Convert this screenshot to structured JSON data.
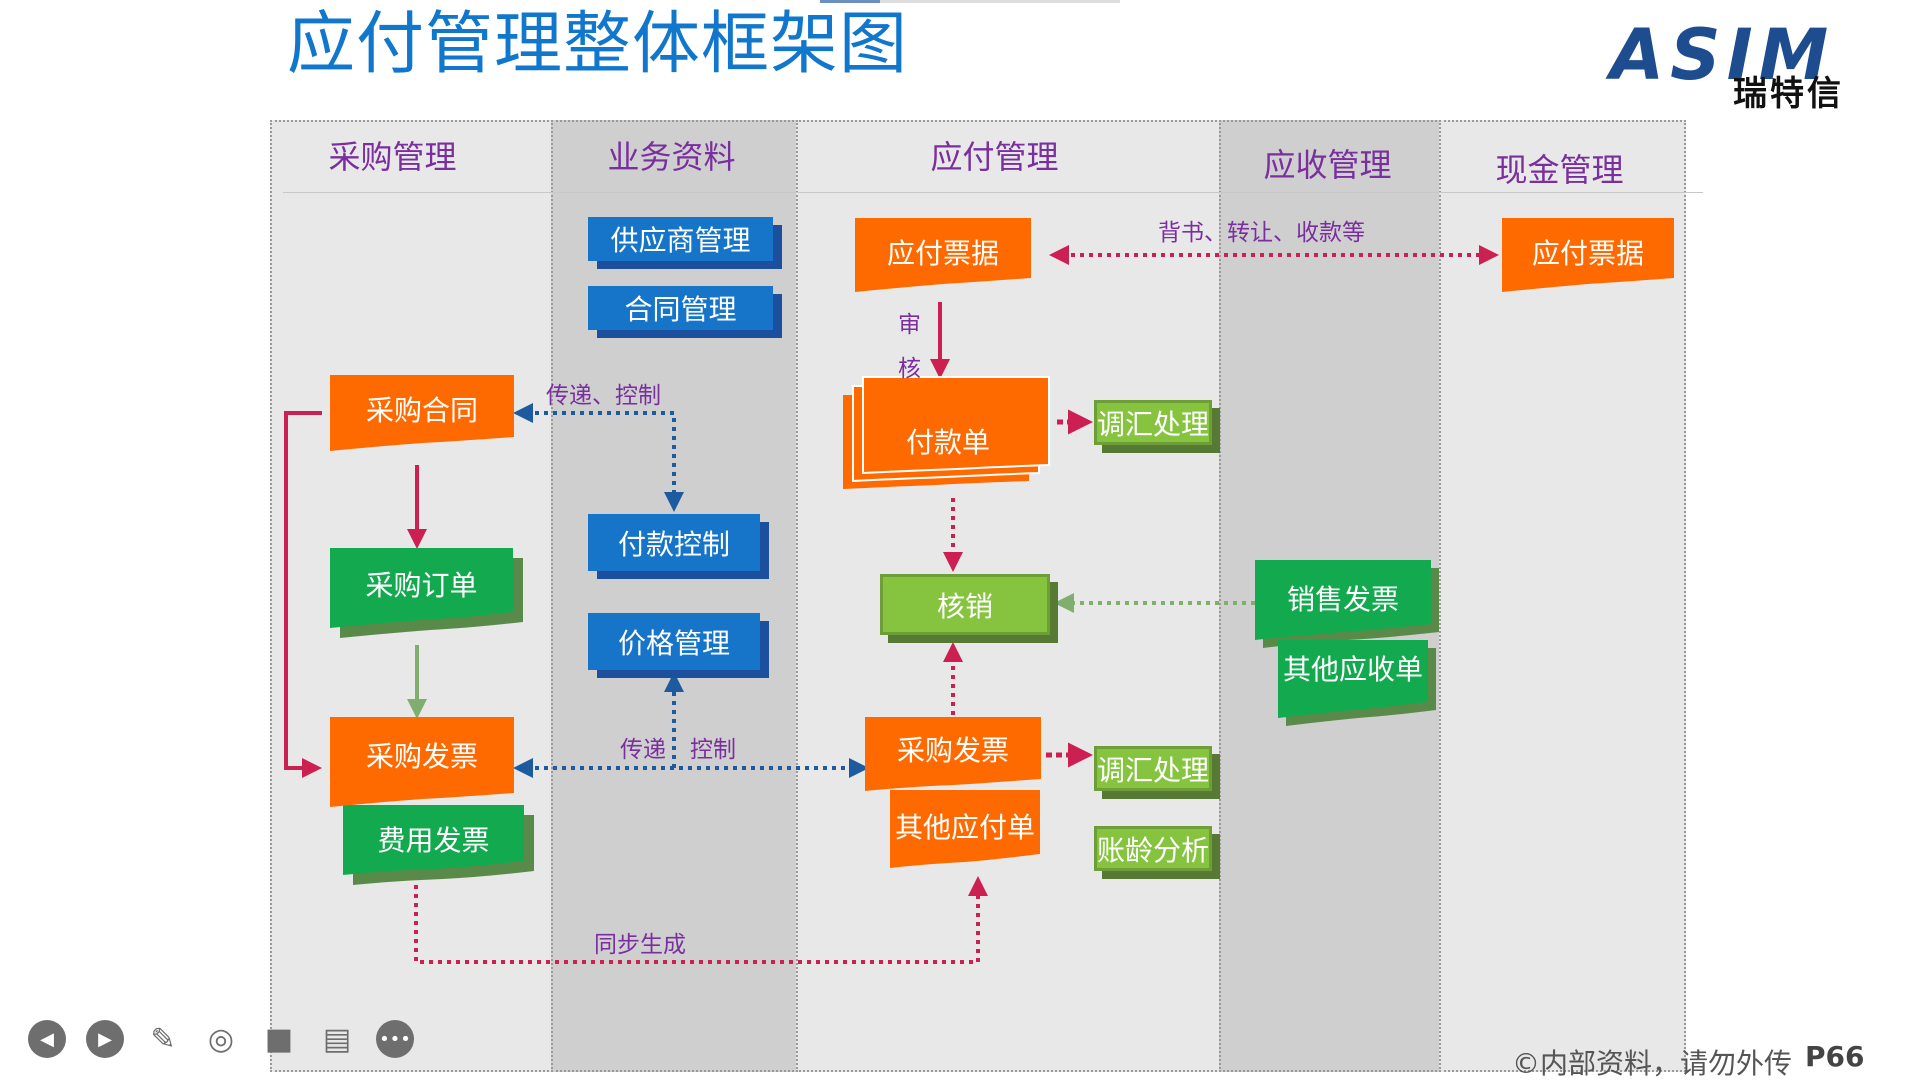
{
  "title": "应付管理整体框架图",
  "logo": {
    "brand": "ASIM",
    "subtitle": "瑞特信"
  },
  "lanes": [
    {
      "id": "purchase",
      "label": "采购管理"
    },
    {
      "id": "business",
      "label": "业务资料"
    },
    {
      "id": "payable",
      "label": "应付管理"
    },
    {
      "id": "receivable",
      "label": "应收管理"
    },
    {
      "id": "cash",
      "label": "现金管理"
    }
  ],
  "nodes": {
    "supplier_mgmt": "供应商管理",
    "contract_mgmt": "合同管理",
    "payment_control": "付款控制",
    "price_mgmt": "价格管理",
    "payable_bill_ap": "应付票据",
    "payable_bill_cash": "应付票据",
    "payment_order": "付款单",
    "fx_adjust_1": "调汇处理",
    "fx_adjust_2": "调汇处理",
    "aging_analysis": "账龄分析",
    "write_off": "核销",
    "sales_invoice": "销售发票",
    "other_receivable": "其他应收单",
    "purchase_contract": "采购合同",
    "purchase_order": "采购订单",
    "purchase_invoice": "采购发票",
    "expense_invoice": "费用发票",
    "ap_purchase_invoice": "采购发票",
    "other_payable": "其他应付单"
  },
  "edge_labels": {
    "endorse": "背书、转让、收款等",
    "audit_1": "审",
    "audit_2": "核",
    "transfer_control_1": "传递、控制",
    "transfer_control_2a": "传递",
    "transfer_control_2b": "控制",
    "sync_generate": "同步生成"
  },
  "colors": {
    "orange": "#ff6a00",
    "green": "#13a94f",
    "blue": "#1675c8",
    "lime": "#86c440",
    "arrow_red": "#cc1f52",
    "arrow_blue": "#1e5b9e",
    "arrow_green": "#7fae6e",
    "lane_gray": "#e8e8e8",
    "lane_dark": "#cfcfcf"
  },
  "footer": {
    "notice": "©内部资料，请勿外传",
    "page": "P66"
  },
  "toolbar": [
    "prev-icon",
    "play-icon",
    "pen-icon",
    "focus-icon",
    "camera-icon",
    "comment-icon",
    "more-icon"
  ]
}
